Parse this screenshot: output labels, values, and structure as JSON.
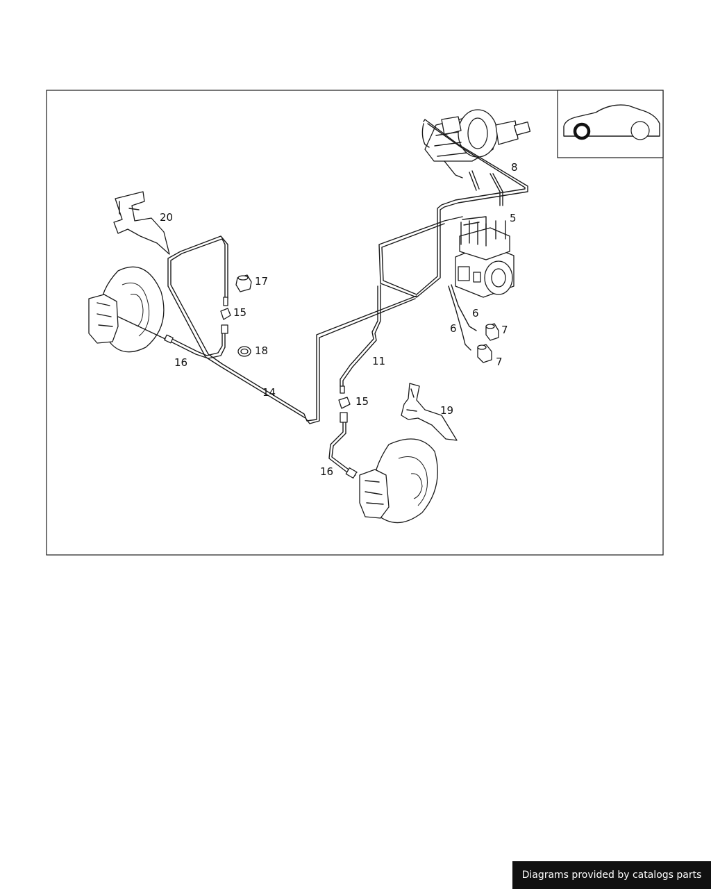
{
  "callouts": {
    "c5": "5",
    "c6a": "6",
    "c6b": "6",
    "c7a": "7",
    "c7b": "7",
    "c8": "8",
    "c11": "11",
    "c14": "14",
    "c15a": "15",
    "c15b": "15",
    "c16a": "16",
    "c16b": "16",
    "c17": "17",
    "c18": "18",
    "c19": "19",
    "c20": "20"
  },
  "footer": {
    "credit": "Diagrams provided by catalogs parts"
  },
  "colors": {
    "line": "#1a1a1a",
    "banner": "#111111",
    "banner_text": "#ffffff"
  }
}
